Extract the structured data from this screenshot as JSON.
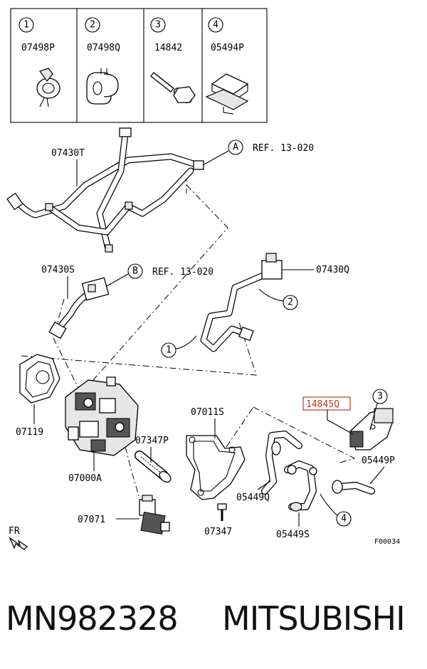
{
  "legend": [
    {
      "num": "1",
      "code": "07498P",
      "icon": "hose-clip-icon"
    },
    {
      "num": "2",
      "code": "07498Q",
      "icon": "double-clamp-icon"
    },
    {
      "num": "3",
      "code": "14842",
      "icon": "flange-bolt-icon"
    },
    {
      "num": "4",
      "code": "05494P",
      "icon": "clip-bracket-icon"
    }
  ],
  "callouts": {
    "p07430T": "07430T",
    "refA_letter": "A",
    "refA_text": "REF. 13-020",
    "p07430S": "07430S",
    "refB_letter": "B",
    "refB_text": "REF. 13-020",
    "p07430Q": "07430Q",
    "c2": "2",
    "c1": "1",
    "p07119": "07119",
    "p07000A": "07000A",
    "p07347P": "07347P",
    "p07011S": "07011S",
    "p14845Q": "14845Q",
    "c3": "3",
    "p05449P": "05449P",
    "p05449Q": "05449Q",
    "p07071": "07071",
    "p07347": "07347",
    "p05449S": "05449S",
    "c4": "4",
    "fr": "FR",
    "fig": "F00034"
  },
  "highlight_color": "#c0392b",
  "footer": {
    "part_number": "MN982328",
    "brand": "MITSUBISHI"
  }
}
